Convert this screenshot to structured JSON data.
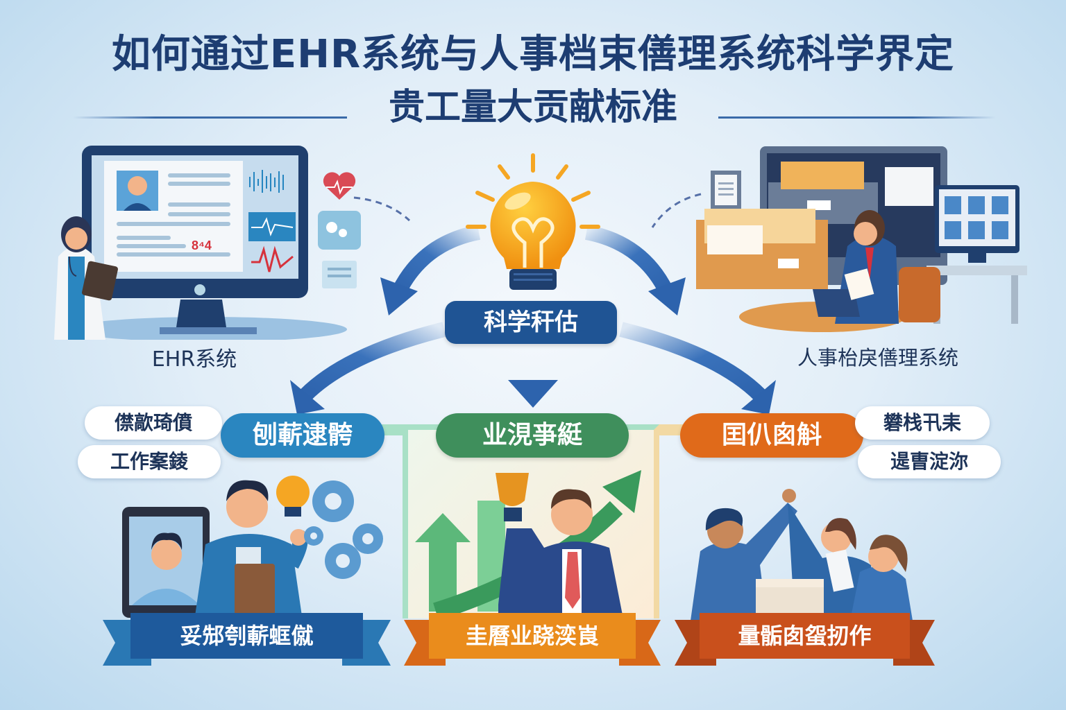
{
  "title": {
    "line1": "如何通过EHR系统与人事档束僐理系统科学界定",
    "line2": "贵工量大贡献标准"
  },
  "systems": {
    "left": {
      "label": "EHR系统",
      "screen_number": "8⁴4"
    },
    "right": {
      "label": "人事枱戾僐理系统"
    }
  },
  "hub": {
    "label": "科学秆估",
    "icon": "lightbulb-icon"
  },
  "categories": [
    {
      "id": "innovation",
      "label": "刨蔪逮骻",
      "color": "#2a86c0",
      "tags": [
        "僸歊琦僨",
        "工作䅁錂"
      ],
      "banner": "妥䢾刳蔪䖱僦",
      "banner_color": "#1e5a9c",
      "scene": "employee-with-idea-and-gears"
    },
    {
      "id": "performance",
      "label": "业涀亊綎",
      "color": "#3f8f5c",
      "tags": [],
      "banner": "圭曆业跷湙崀",
      "banner_color": "#ea8c1c",
      "scene": "employee-holding-trophy"
    },
    {
      "id": "teamwork",
      "label": "囯仈囪斛",
      "color": "#e06a1a",
      "tags": [
        "礬栈卂耒",
        "遈曺淀沵"
      ],
      "banner": "量骺囱䖤扨作",
      "banner_color": "#c9501c",
      "scene": "team-high-five"
    }
  ],
  "colors": {
    "title": "#1d3d72",
    "hub": "#1f5494",
    "arrow": "#3a72bb",
    "bulb": "#f5a623"
  }
}
